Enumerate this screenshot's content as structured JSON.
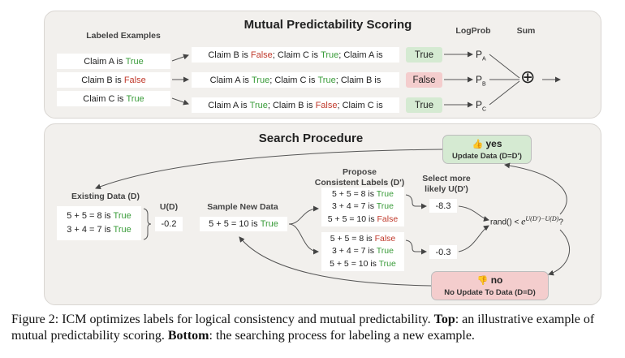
{
  "top": {
    "title": "Mutual Predictability Scoring",
    "labeled_header": "Labeled Examples",
    "logprob_header": "LogProb",
    "sum_header": "Sum",
    "claims": [
      {
        "prefix": "Claim A is ",
        "value": "True"
      },
      {
        "prefix": "Claim B is ",
        "value": "False"
      },
      {
        "prefix": "Claim C is ",
        "value": "True"
      }
    ],
    "contexts": [
      {
        "p1": "Claim B is ",
        "v1": "False",
        "s1": "; Claim C is ",
        "v2": "True",
        "s2": "; Claim A is"
      },
      {
        "p1": "Claim A is ",
        "v1": "True",
        "s1": "; Claim C is ",
        "v2": "True",
        "s2": "; Claim B is"
      },
      {
        "p1": "Claim A is ",
        "v1": "True",
        "s1": "; Claim B is ",
        "v2": "False",
        "s2": "; Claim C is"
      }
    ],
    "predictions": [
      "True",
      "False",
      "True"
    ],
    "probs": [
      {
        "base": "P",
        "sub": "A"
      },
      {
        "base": "P",
        "sub": "B"
      },
      {
        "base": "P",
        "sub": "C"
      }
    ],
    "sum_symbol": "⊕"
  },
  "bottom": {
    "title": "Search Procedure",
    "existing_header": "Existing Data (D)",
    "existing": [
      {
        "eq": "5 + 5 = 8 is ",
        "value": "True"
      },
      {
        "eq": "3 + 4 = 7 is ",
        "value": "True"
      }
    ],
    "ud_label": "U(D)",
    "ud_value": "-0.2",
    "sample_header": "Sample New Data",
    "sample": {
      "eq": "5 + 5 = 10 is ",
      "value": "True"
    },
    "propose_header": [
      "Propose",
      "Consistent Labels (D')"
    ],
    "set1": [
      {
        "eq": "5 + 5 = 8 is ",
        "value": "True"
      },
      {
        "eq": "3 + 4 = 7 is ",
        "value": "True"
      },
      {
        "eq": "5 + 5 = 10 is ",
        "value": "False"
      }
    ],
    "set2": [
      {
        "eq": "5 + 5 = 8 is ",
        "value": "False"
      },
      {
        "eq": "3 + 4 = 7 is ",
        "value": "True"
      },
      {
        "eq": "5 + 5 = 10 is ",
        "value": "True"
      }
    ],
    "select_header": [
      "Select more",
      "likely U(D')"
    ],
    "score1": "-8.3",
    "score2": "-0.3",
    "condition_prefix": "rand() < ",
    "condition_exp_base": "e",
    "condition_exponent": "U(D′)−U(D)",
    "condition_suffix": "?",
    "yes_label": "yes",
    "yes_sub": "Update Data (D=D')",
    "no_label": "no",
    "no_sub": "No Update To Data (D=D)",
    "thumb_up": "👍",
    "thumb_down": "👎"
  },
  "caption": {
    "label": "Figure 2: ",
    "text1": "ICM optimizes labels for logical consistency and mutual predictability. ",
    "top_bold": "Top",
    "text2": ": an illustrative example of mutual predictability scoring. ",
    "bottom_bold": "Bottom",
    "text3": ": the searching process for labeling a new example."
  },
  "colors": {
    "true_green": "#3a9c3a",
    "false_red": "#c0392b",
    "panel_bg": "#f2f0ed",
    "yes_bg": "#d5ead2",
    "no_bg": "#f4cdcd"
  }
}
